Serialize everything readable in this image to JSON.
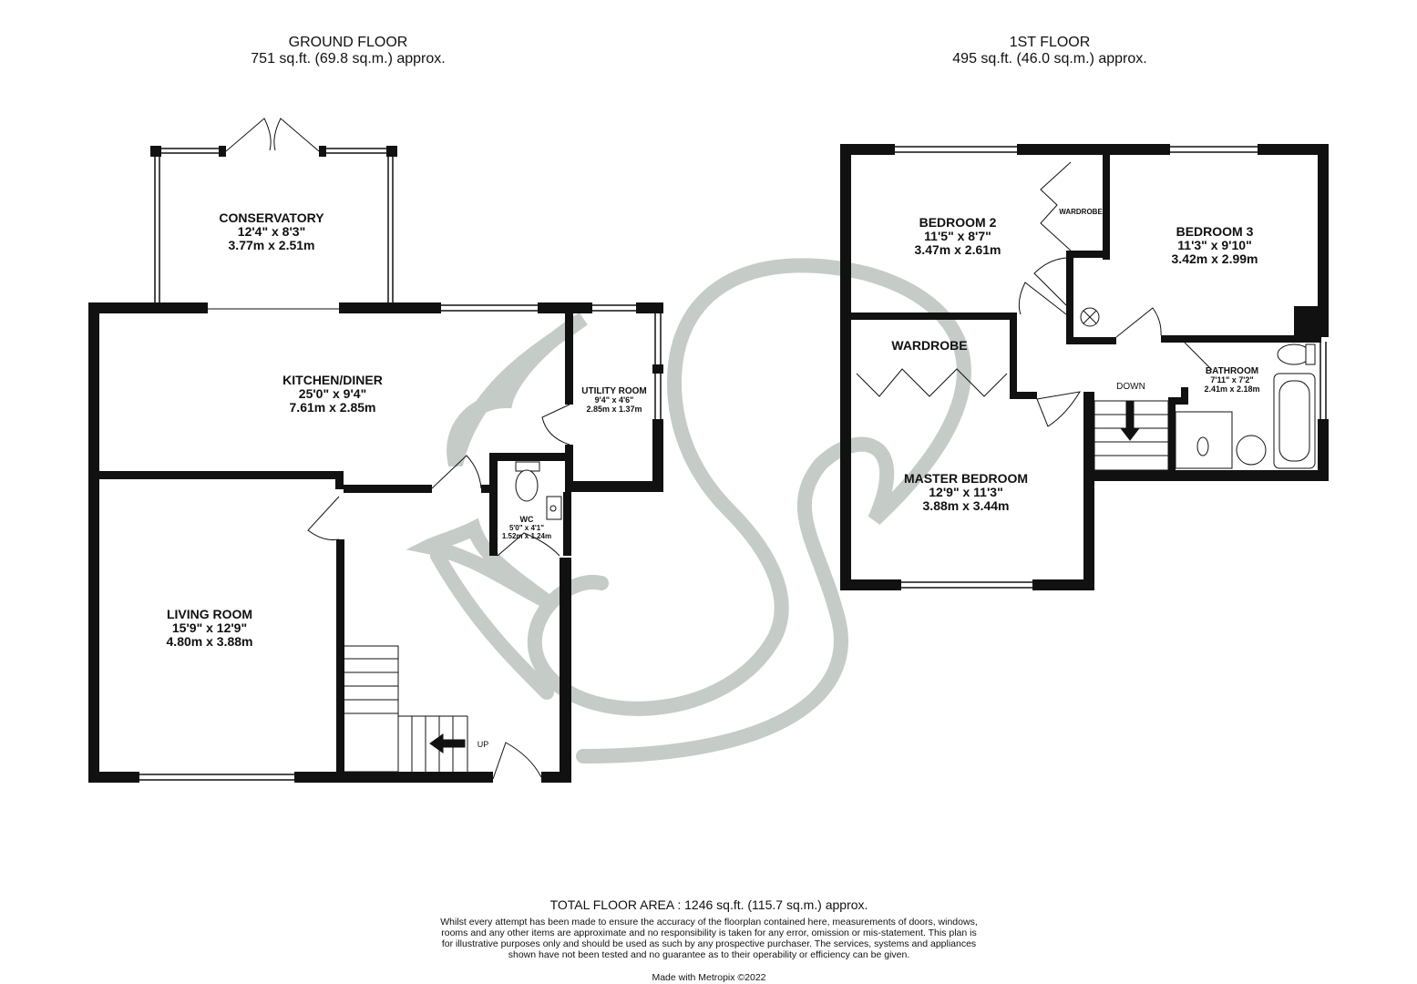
{
  "ground_floor": {
    "title": "GROUND FLOOR",
    "area": "751 sq.ft. (69.8 sq.m.) approx.",
    "rooms": {
      "conservatory": {
        "name": "CONSERVATORY",
        "imperial": "12'4\"  x 8'3\"",
        "metric": "3.77m  x 2.51m"
      },
      "kitchen": {
        "name": "KITCHEN/DINER",
        "imperial": "25'0\"  x 9'4\"",
        "metric": "7.61m  x 2.85m"
      },
      "utility": {
        "name": "UTILITY ROOM",
        "imperial": "9'4\"  x 4'6\"",
        "metric": "2.85m  x 1.37m"
      },
      "wc": {
        "name": "WC",
        "imperial": "5'0\"  x 4'1\"",
        "metric": "1.52m  x 1.24m"
      },
      "living": {
        "name": "LIVING ROOM",
        "imperial": "15'9\"  x 12'9\"",
        "metric": "4.80m  x 3.88m"
      }
    },
    "stairs_label": "UP"
  },
  "first_floor": {
    "title": "1ST FLOOR",
    "area": "495 sq.ft. (46.0 sq.m.) approx.",
    "rooms": {
      "bedroom2": {
        "name": "BEDROOM 2",
        "imperial": "11'5\"  x 8'7\"",
        "metric": "3.47m  x 2.61m"
      },
      "bedroom3": {
        "name": "BEDROOM 3",
        "imperial": "11'3\"  x 9'10\"",
        "metric": "3.42m  x 2.99m"
      },
      "master": {
        "name": "MASTER BEDROOM",
        "imperial": "12'9\"  x 11'3\"",
        "metric": "3.88m  x 3.44m"
      },
      "bathroom": {
        "name": "BATHROOM",
        "imperial": "7'11\"  x 7'2\"",
        "metric": "2.41m  x 2.18m"
      }
    },
    "wardrobe_small": "WARDROBE",
    "wardrobe_large": "WARDROBE",
    "stairs_label": "DOWN"
  },
  "footer": {
    "total": "TOTAL FLOOR AREA : 1246 sq.ft. (115.7 sq.m.) approx.",
    "disclaimer": "Whilst every attempt has been made to ensure the accuracy of the floorplan contained here, measurements of doors, windows, rooms and any other items are approximate and no responsibility is taken for any error, omission or mis-statement. This plan is for illustrative purposes only and should be used as such by any prospective purchaser. The services, systems and appliances shown have not been tested and no guarantee as to their operability or efficiency can be given.",
    "credit": "Made with Metropix ©2022"
  },
  "colors": {
    "wall": "#111111",
    "watermark": "#c5cbc7"
  }
}
